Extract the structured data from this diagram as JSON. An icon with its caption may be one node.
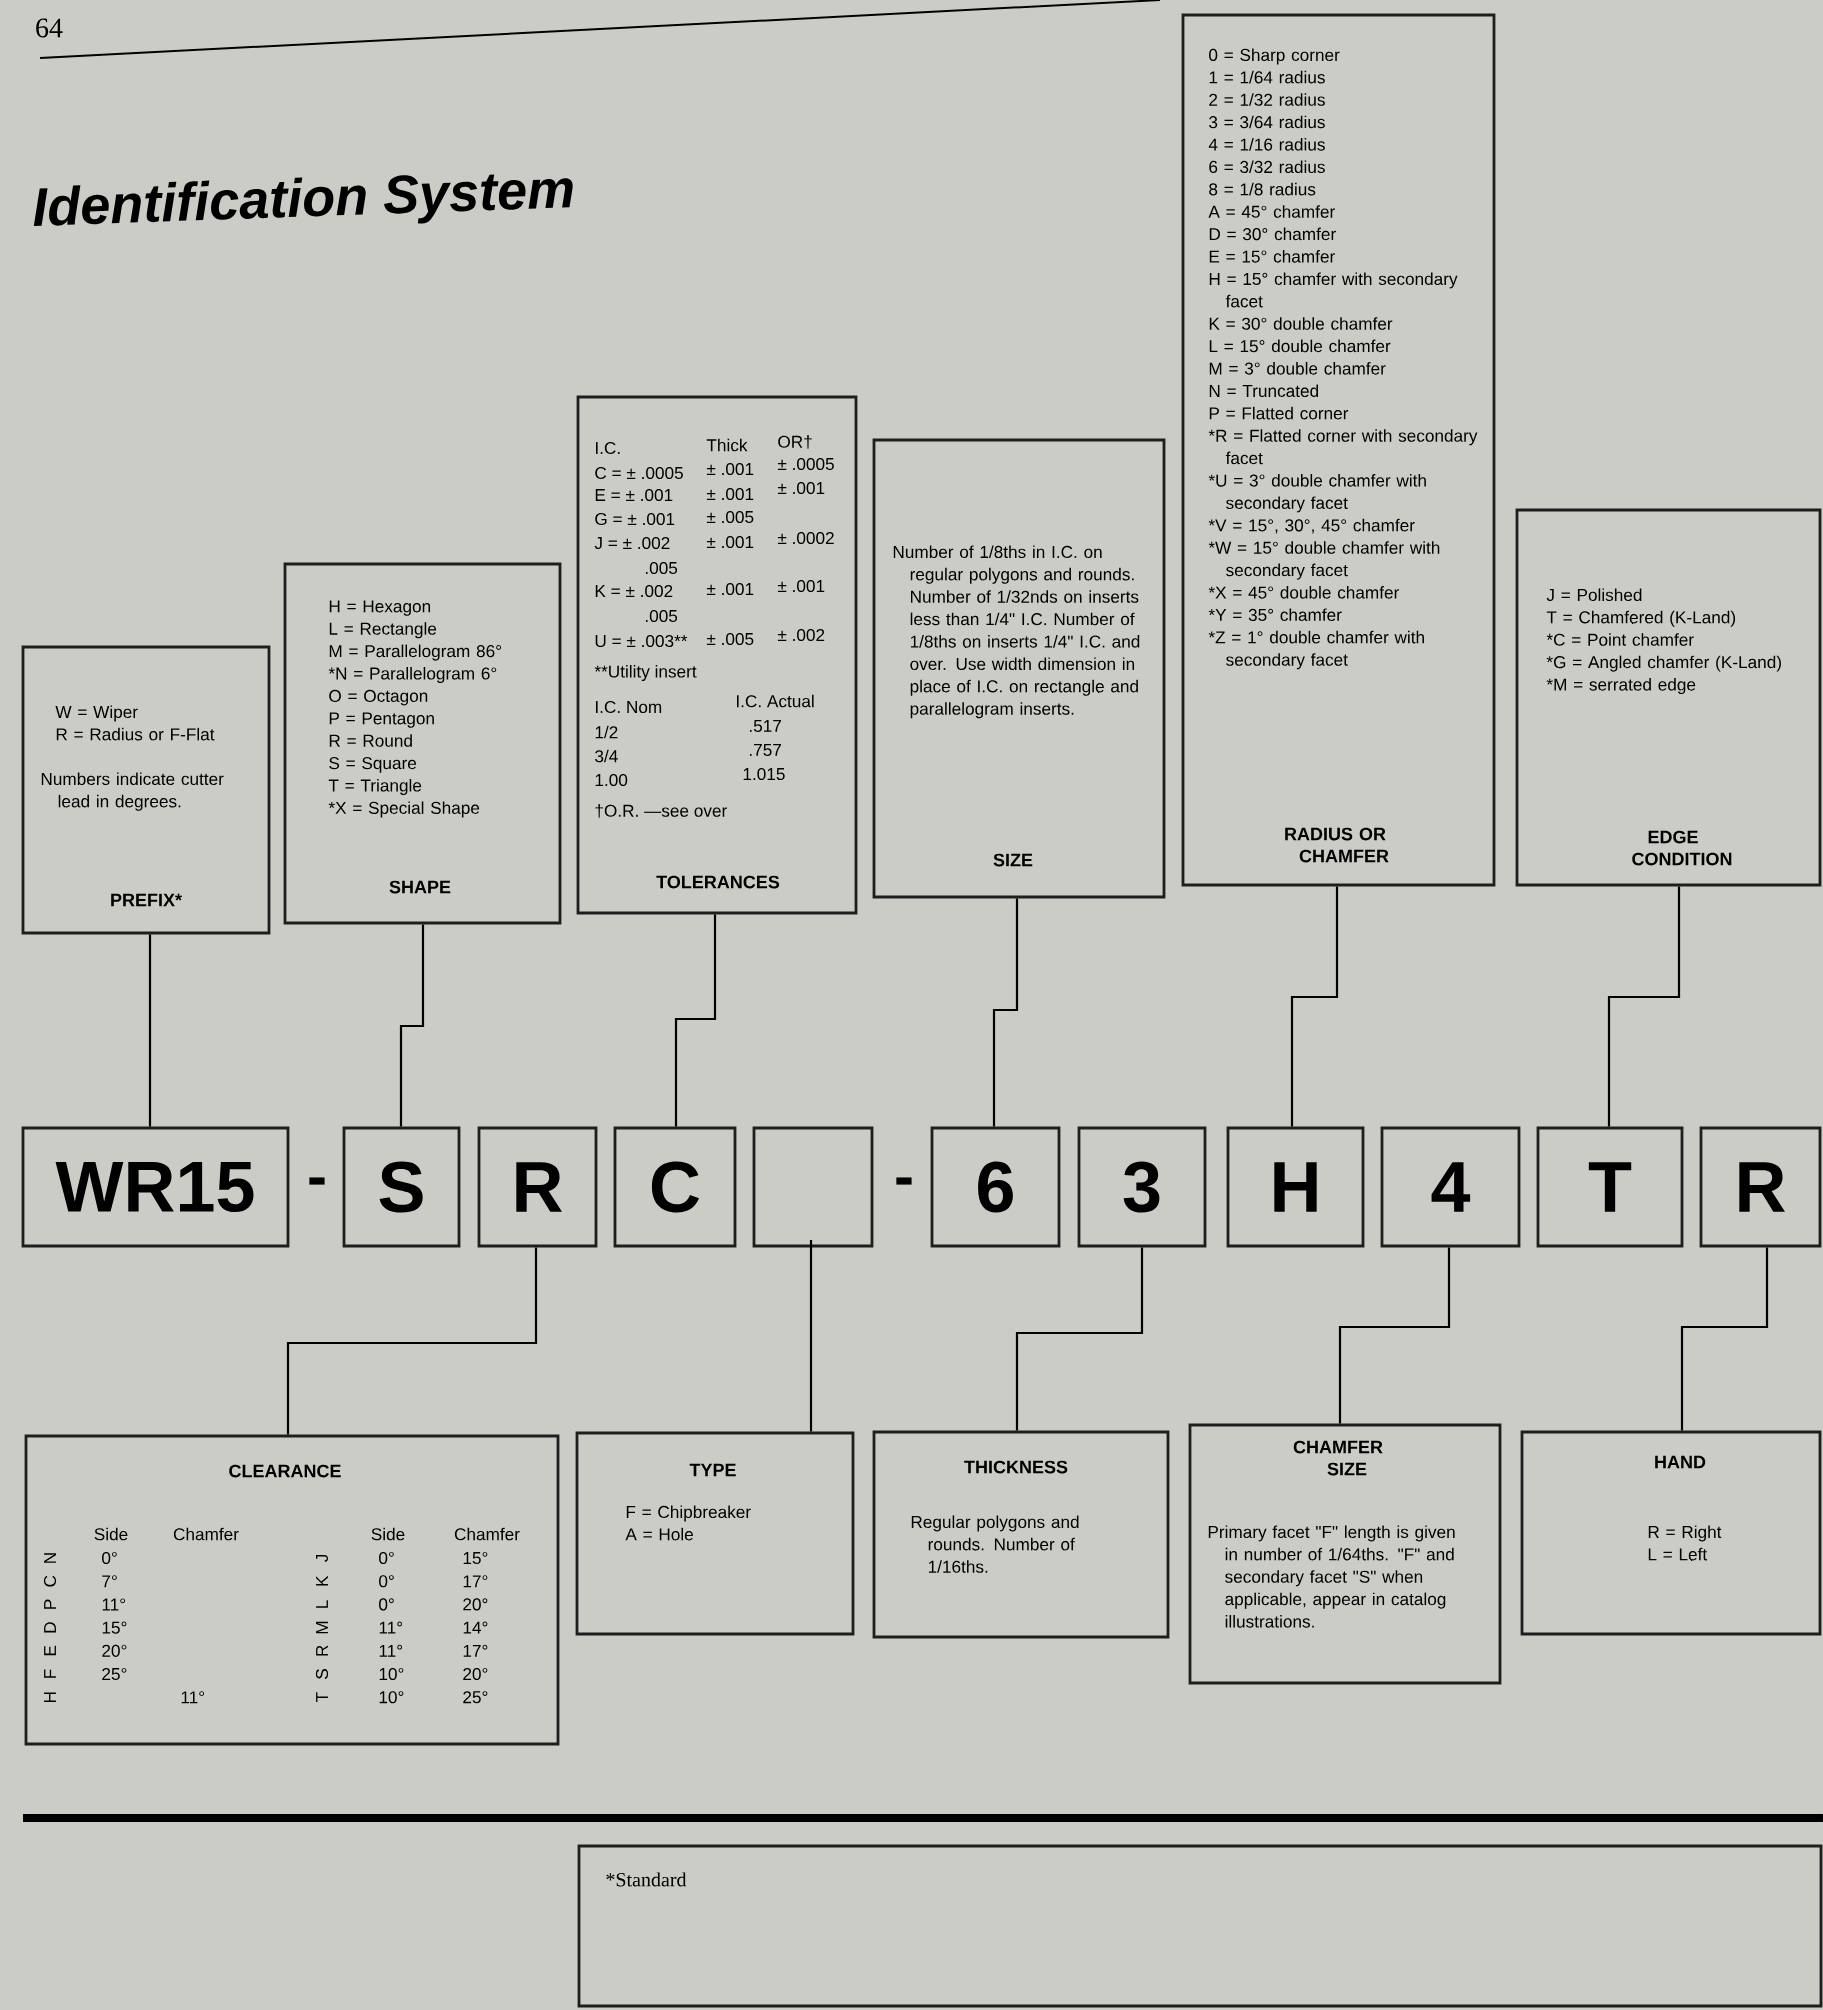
{
  "diagram": {
    "title": "Identification System",
    "nodes": [
      {
        "text": [
          "W = Wiper",
          "R = Radius or F-Flat",
          "Numbers indicate cutter lead in degrees.",
          "PREFIX*"
        ]
      },
      {
        "text": [
          "H = Hexagon",
          "L = Rectangle",
          "M = Parallelogram 86°",
          "*N = Parallelogram 6°",
          "O = Octagon",
          "P = Pentagon",
          "R = Round",
          "S = Square",
          "T = Triangle",
          "*X = Special Shape",
          "SHAPE"
        ]
      },
      {
        "text": [
          "I.C.",
          "Thick",
          "OR†",
          "C = ± .0005",
          "± .001",
          "± .0005",
          "E = ± .001",
          "± .001",
          "± .001",
          "G = ± .001",
          "± .005",
          "J = ± .002",
          "± .001",
          "± .0002",
          ".005",
          "K = ± .002",
          "± .001",
          "± .001",
          ".005",
          "U = ± .003**",
          "± .005",
          "± .002",
          "**Utility insert",
          "I.C. Nom",
          "I.C. Actual",
          "1/2",
          ".517",
          "3/4",
          ".757",
          "1.00",
          "1.015",
          "†O.R. —see over",
          "TOLERANCES"
        ]
      },
      {
        "text": [
          "Number of 1/8ths in I.C. on regular polygons and rounds. Number of 1/32nds on inserts less than 1/4\" I.C. Number of 1/8ths on inserts 1/4\" I.C. and over. Use width dimension in place of I.C. on rectangle and parallelogram inserts.",
          "SIZE"
        ]
      },
      {
        "text": [
          "0 = Sharp corner",
          "1 = 1/64 radius",
          "2 = 1/32 radius",
          "3 = 3/64 radius",
          "4 = 1/16 radius",
          "6 = 3/32 radius",
          "8 = 1/8 radius",
          "A = 45° chamfer",
          "D = 30° chamfer",
          "E = 15° chamfer",
          "H = 15° chamfer with secondary facet",
          "K = 30° double chamfer",
          "L = 15° double chamfer",
          "M = 3° double chamfer",
          "N = Truncated",
          "P = Flatted corner",
          "*R = Flatted corner with secondary facet",
          "*U = 3° double chamfer with secondary facet",
          "*V = 15°, 30°, 45° chamfer",
          "*W = 15° double chamfer with secondary facet",
          "*X = 45° double chamfer",
          "*Y = 35° chamfer",
          "*Z = 1° double chamfer with secondary facet",
          "RADIUS OR CHAMFER"
        ]
      },
      {
        "text": [
          "J = Polished",
          "T = Chamfered (K-Land)",
          "*C = Point chamfer",
          "*G = Angled chamfer (K-Land)",
          "*M = serrated edge",
          "EDGE CONDITION"
        ]
      },
      {
        "text": [
          "WR15"
        ]
      },
      {
        "text": [
          "S"
        ]
      },
      {
        "text": [
          "R"
        ]
      },
      {
        "text": [
          "C"
        ]
      },
      {
        "text": [],
        "shape": "box"
      },
      {
        "text": [
          "6"
        ]
      },
      {
        "text": [
          "3"
        ]
      },
      {
        "text": [
          "H"
        ]
      },
      {
        "text": [
          "4"
        ]
      },
      {
        "text": [
          "T"
        ]
      },
      {
        "text": [
          "R"
        ]
      },
      {
        "text": [
          "CLEARANCE",
          "Side",
          "Chamfer",
          "Side",
          "Chamfer",
          "N",
          "0°",
          "J",
          "0°",
          "15°",
          "C",
          "7°",
          "K",
          "0°",
          "17°",
          "P",
          "11°",
          "L",
          "0°",
          "20°",
          "D",
          "15°",
          "M",
          "11°",
          "14°",
          "E",
          "20°",
          "R",
          "11°",
          "17°",
          "F",
          "25°",
          "S",
          "10°",
          "20°",
          "H",
          "11°",
          "T",
          "10°",
          "25°"
        ]
      },
      {
        "text": [
          "TYPE",
          "F = Chipbreaker",
          "A = Hole"
        ]
      },
      {
        "text": [
          "THICKNESS",
          "Regular polygons and rounds. Number of 1/16ths."
        ]
      },
      {
        "text": [
          "CHAMFER SIZE",
          "Primary facet \"F\" length is given in number of 1/64ths. \"F\" and secondary facet \"S\" when applicable, appear in catalog illustrations."
        ]
      },
      {
        "text": [
          "HAND",
          "R = Right",
          "L = Left"
        ]
      },
      {
        "text": [
          "*Standard"
        ]
      }
    ],
    "edges": [
      {
        "from": 0,
        "to": 6,
        "arrow": "none"
      },
      {
        "from": 1,
        "to": 7,
        "arrow": "none"
      },
      {
        "from": 2,
        "to": 9,
        "arrow": "none"
      },
      {
        "from": 3,
        "to": 11,
        "arrow": "none"
      },
      {
        "from": 4,
        "to": 13,
        "arrow": "none"
      },
      {
        "from": 5,
        "to": 15,
        "arrow": "none"
      },
      {
        "from": 8,
        "to": 17,
        "arrow": "none"
      },
      {
        "from": 10,
        "to": 18,
        "arrow": "none"
      },
      {
        "from": 12,
        "to": 19,
        "arrow": "none"
      },
      {
        "from": 14,
        "to": 20,
        "arrow": "none"
      },
      {
        "from": 16,
        "to": 21,
        "arrow": "none"
      }
    ],
    "labels": [
      "64",
      "-",
      "-"
    ]
  }
}
